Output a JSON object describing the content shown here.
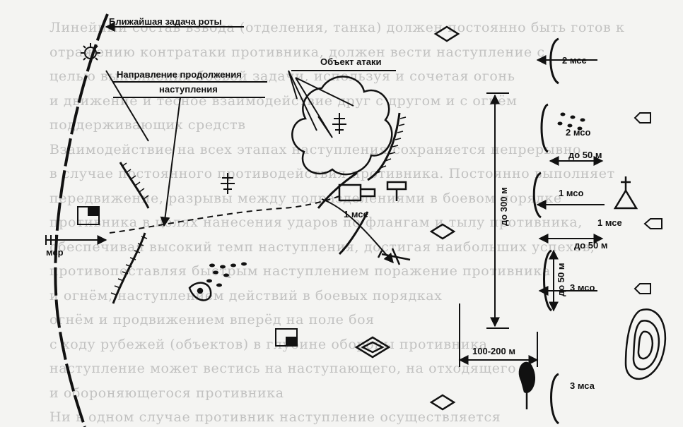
{
  "background_text": [
    "Линейный состав взвода (отделения, танка) должен постоянно быть готов к",
    "отражению контратаки противника, должен вести наступление с",
    "целью выполнения боевой задачи, используя и сочетая огонь",
    "и движение и тесное взаимодействие друг с другом и с огнём",
    "поддерживающих средств",
    "Взаимодействие на всех этапах наступления сохраняется непрерывно",
    "в случае постоянного противодействия противника. Постоянно выполняет",
    "передвижение, разрывы между подразделениями в боевом порядке",
    "противника в целях нанесения ударов по флангам и тылу противника,",
    "обеспечивая высокий темп наступления, достигая наибольших успехов,",
    "противопоставляя быстрым наступлением поражение противника",
    "и огнём, наступлением действий в боевых порядках",
    "огнём и продвижением вперёд на поле боя",
    "с ходу рубежей (объектов) в глубине обороны противника",
    "наступление может вестись на наступающего, на отходящего",
    "и обороняющегося противника",
    "Ни в одном случае противник наступление осуществляется"
  ],
  "labels": {
    "nearest_task": "Ближайшая задача роты",
    "direction_line1": "Направление продолжения",
    "direction_line2": "наступления",
    "attack_object": "Объект атаки",
    "msr": "мср",
    "mse_1": "1 мсе",
    "mse_2": "2 мсе",
    "mso_2": "2 мсо",
    "mso_1": "1 мсо",
    "mse_1_right": "1 мсе",
    "mso_3": "3 мсо",
    "msa_3": "3 мса",
    "dim_300": "до 300 м",
    "dim_50_top": "до 50 м",
    "dim_50_mid": "до 50 м",
    "dim_50_vert": "до 50 м",
    "dim_100_200": "100-200 м"
  }
}
